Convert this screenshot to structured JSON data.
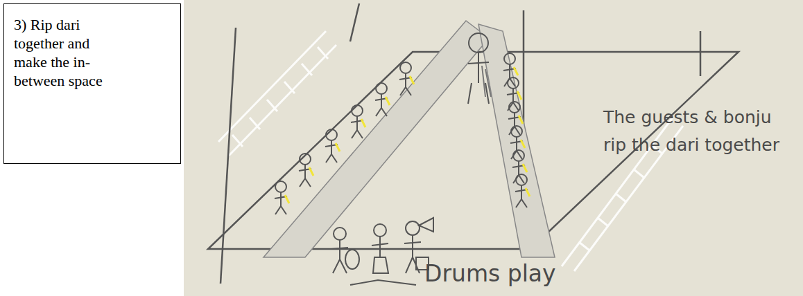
{
  "diagram": {
    "nodes": [
      {
        "text": [
          "3) Rip dari together and make the in-between space"
        ]
      }
    ],
    "labels": [
      "The guests & bonju rip the dari together",
      "Drums play"
    ]
  }
}
